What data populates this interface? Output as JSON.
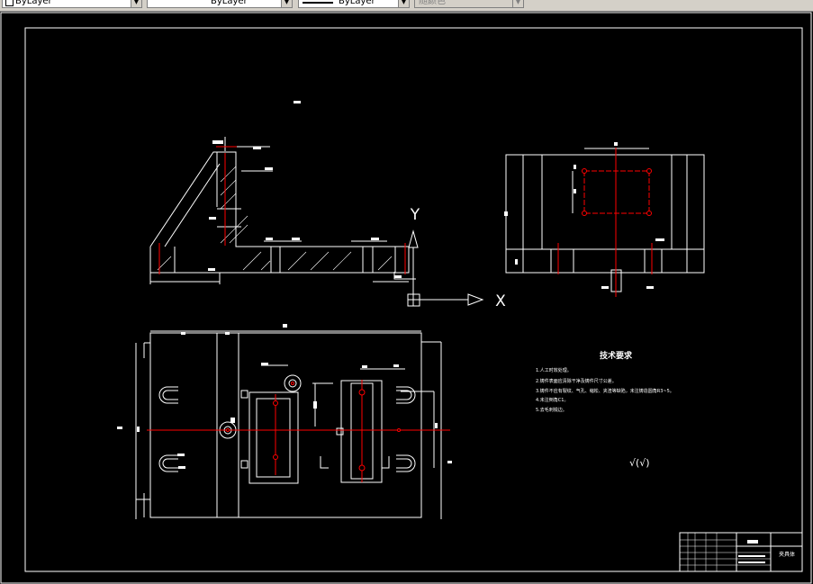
{
  "toolbar": {
    "color_combo": "ByLayer",
    "linetype_combo": "ByLayer",
    "lineweight_combo": "ByLayer",
    "plotstyle_combo": "随颜色"
  },
  "drawing": {
    "ucs_y": "Y",
    "ucs_x": "X",
    "tech_title": "技术要求",
    "tech_notes": [
      "1.人工时效处理。",
      "2.铸件表面应清除干净及铸件尺寸公差。",
      "3.铸件不应有裂纹、气孔、缩松、夹渣等缺陷，未注铸造圆角R3~5。",
      "4.未注倒角C1。",
      "5.去毛刺锐边。"
    ],
    "roughness_symbol": "√(√)",
    "title_block": {
      "name": "夹具体"
    }
  },
  "colors": {
    "bg": "#000000",
    "line": "#ffffff",
    "center": "#ff0000",
    "toolbar": "#d4d0c8"
  }
}
